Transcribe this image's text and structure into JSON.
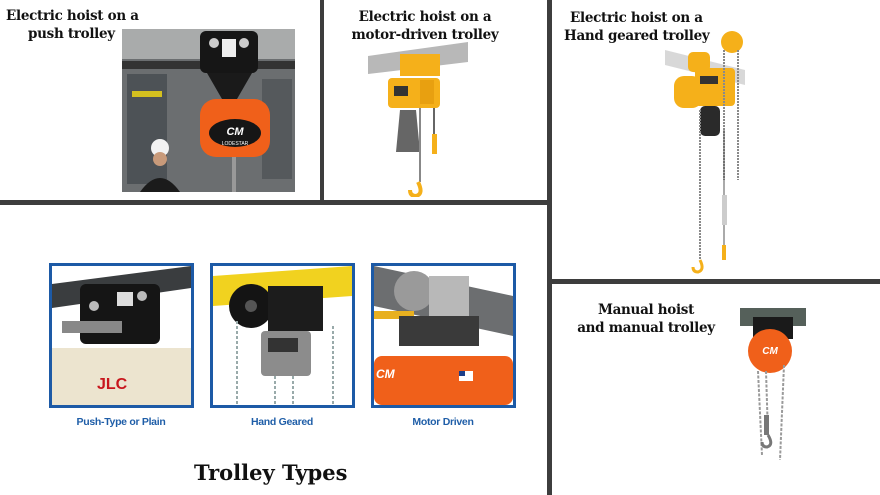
{
  "captions": {
    "push": [
      "Electric hoist on a",
      "push trolley"
    ],
    "motor": [
      "Electric hoist on a",
      "motor-driven trolley"
    ],
    "geared": [
      "Electric hoist on a",
      "Hand geared trolley"
    ],
    "manual": [
      "Manual hoist",
      "and manual trolley"
    ]
  },
  "trolley_types": {
    "title": "Trolley Types",
    "items": [
      {
        "label": "Push-Type or Plain"
      },
      {
        "label": "Hand Geared"
      },
      {
        "label": "Motor Driven"
      }
    ]
  },
  "logos": {
    "cm": "CM",
    "lodestar": "LODESTAR",
    "jlc": "JLC"
  },
  "colors": {
    "divider": "#3d3d3d",
    "panel_border": "#1d5aa6",
    "label_blue": "#1f5ea8",
    "hoist_orange": "#f0601a",
    "hoist_yellow": "#f5b01a"
  }
}
